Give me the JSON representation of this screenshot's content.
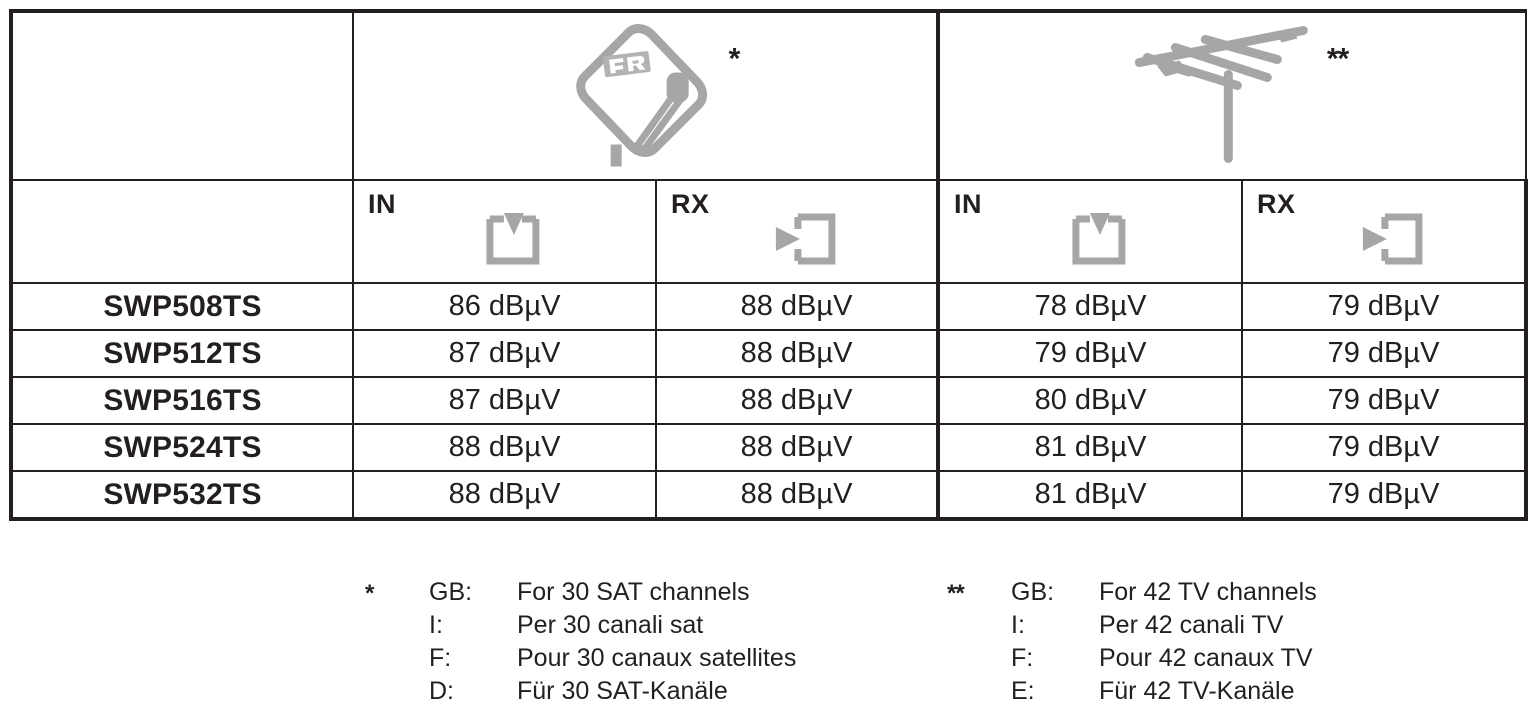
{
  "table": {
    "group_headers": [
      {
        "id": "satellite",
        "icon": "satellite-dish-icon",
        "footnote_mark": "*"
      },
      {
        "id": "terrestrial",
        "icon": "tv-antenna-icon",
        "footnote_mark": "**"
      }
    ],
    "dish_logo_text": "FR",
    "port_headers": [
      {
        "label": "IN",
        "icon": "input-port-icon"
      },
      {
        "label": "RX",
        "icon": "output-port-icon"
      },
      {
        "label": "IN",
        "icon": "input-port-icon"
      },
      {
        "label": "RX",
        "icon": "output-port-icon"
      }
    ],
    "rows": [
      {
        "model": "SWP508TS",
        "sat_in": "86 dBµV",
        "sat_rx": "88 dBµV",
        "tv_in": "78 dBµV",
        "tv_rx": "79 dBµV"
      },
      {
        "model": "SWP512TS",
        "sat_in": "87 dBµV",
        "sat_rx": "88 dBµV",
        "tv_in": "79 dBµV",
        "tv_rx": "79 dBµV"
      },
      {
        "model": "SWP516TS",
        "sat_in": "87 dBµV",
        "sat_rx": "88 dBµV",
        "tv_in": "80 dBµV",
        "tv_rx": "79 dBµV"
      },
      {
        "model": "SWP524TS",
        "sat_in": "88 dBµV",
        "sat_rx": "88 dBµV",
        "tv_in": "81 dBµV",
        "tv_rx": "79 dBµV"
      },
      {
        "model": "SWP532TS",
        "sat_in": "88 dBµV",
        "sat_rx": "88 dBµV",
        "tv_in": "81 dBµV",
        "tv_rx": "79 dBµV"
      }
    ]
  },
  "footnotes": [
    {
      "mark": "*",
      "lines": [
        {
          "lang": "GB:",
          "text": "For 30 SAT channels"
        },
        {
          "lang": "I:",
          "text": "Per 30 canali sat"
        },
        {
          "lang": "F:",
          "text": "Pour 30 canaux satellites"
        },
        {
          "lang": "D:",
          "text": "Für 30 SAT-Kanäle"
        }
      ]
    },
    {
      "mark": "**",
      "lines": [
        {
          "lang": "GB:",
          "text": "For 42 TV channels"
        },
        {
          "lang": "I:",
          "text": "Per 42 canali TV"
        },
        {
          "lang": "F:",
          "text": "Pour 42 canaux TV"
        },
        {
          "lang": "E:",
          "text": "Für 42 TV-Kanäle"
        }
      ]
    }
  ],
  "colors": {
    "ink": "#231f20",
    "icon_gray": "#a6a6a6",
    "background": "#ffffff"
  }
}
